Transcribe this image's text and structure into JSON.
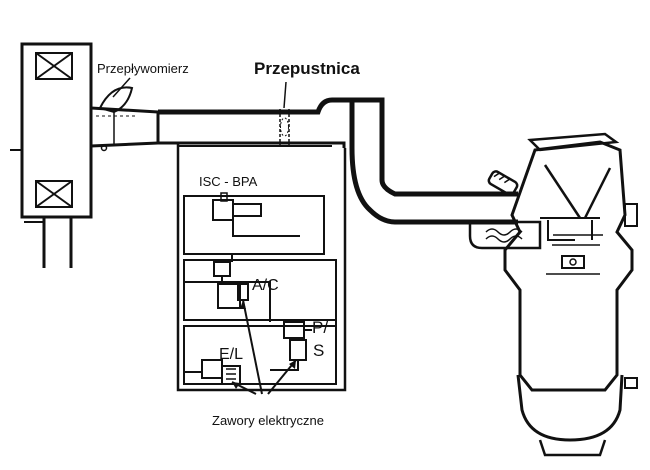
{
  "labels": {
    "flow_meter": "Przepływomierz",
    "throttle": "Przepustnica",
    "isc_bpa": "ISC - BPA",
    "ac": "A/C",
    "ps_top": "P/",
    "ps_bottom": "S",
    "el": "E/L",
    "solenoids": "Zawory elektryczne"
  },
  "colors": {
    "line": "#111111",
    "background": "#ffffff"
  }
}
